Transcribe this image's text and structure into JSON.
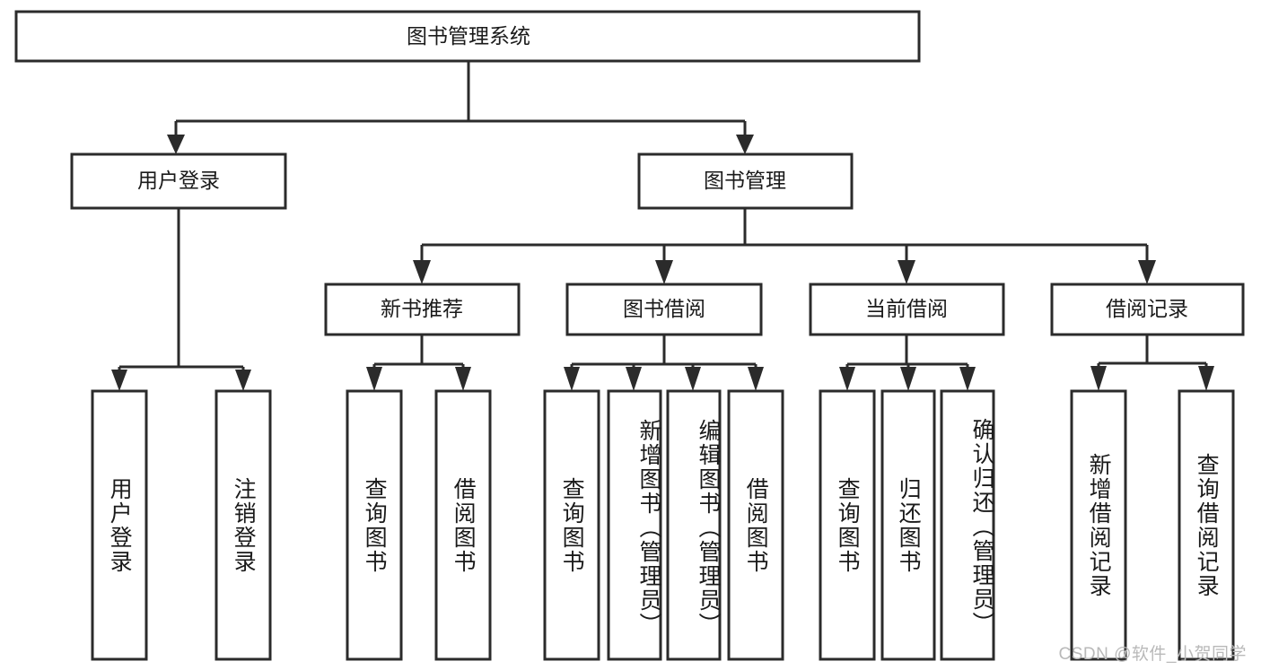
{
  "diagram": {
    "type": "tree-hierarchy-flowchart",
    "orientation": "top-down",
    "root": {
      "label": "图书管理系统"
    },
    "level2": [
      {
        "label": "用户登录"
      },
      {
        "label": "图书管理"
      }
    ],
    "level3": [
      {
        "label": "新书推荐"
      },
      {
        "label": "图书借阅"
      },
      {
        "label": "当前借阅"
      },
      {
        "label": "借阅记录"
      }
    ],
    "leaves": {
      "user_login": [
        {
          "label": "用户登录"
        },
        {
          "label": "注销登录"
        }
      ],
      "new_book_recommend": [
        {
          "label": "查询图书"
        },
        {
          "label": "借阅图书"
        }
      ],
      "book_borrow": [
        {
          "label": "查询图书"
        },
        {
          "label": "新增图书（管理员）"
        },
        {
          "label": "编辑图书（管理员）"
        },
        {
          "label": "借阅图书"
        }
      ],
      "current_borrow": [
        {
          "label": "查询图书"
        },
        {
          "label": "归还图书"
        },
        {
          "label": "确认归还（管理员）"
        }
      ],
      "borrow_record": [
        {
          "label": "新增借阅记录"
        },
        {
          "label": "查询借阅记录"
        }
      ]
    }
  },
  "watermark": {
    "text": "CSDN @软件_小贺同学"
  },
  "colors": {
    "box_stroke": "#2b2b2b",
    "box_fill": "#ffffff",
    "text": "#1a1a1a",
    "watermark": "#b9b9b9",
    "background": "#ffffff"
  }
}
